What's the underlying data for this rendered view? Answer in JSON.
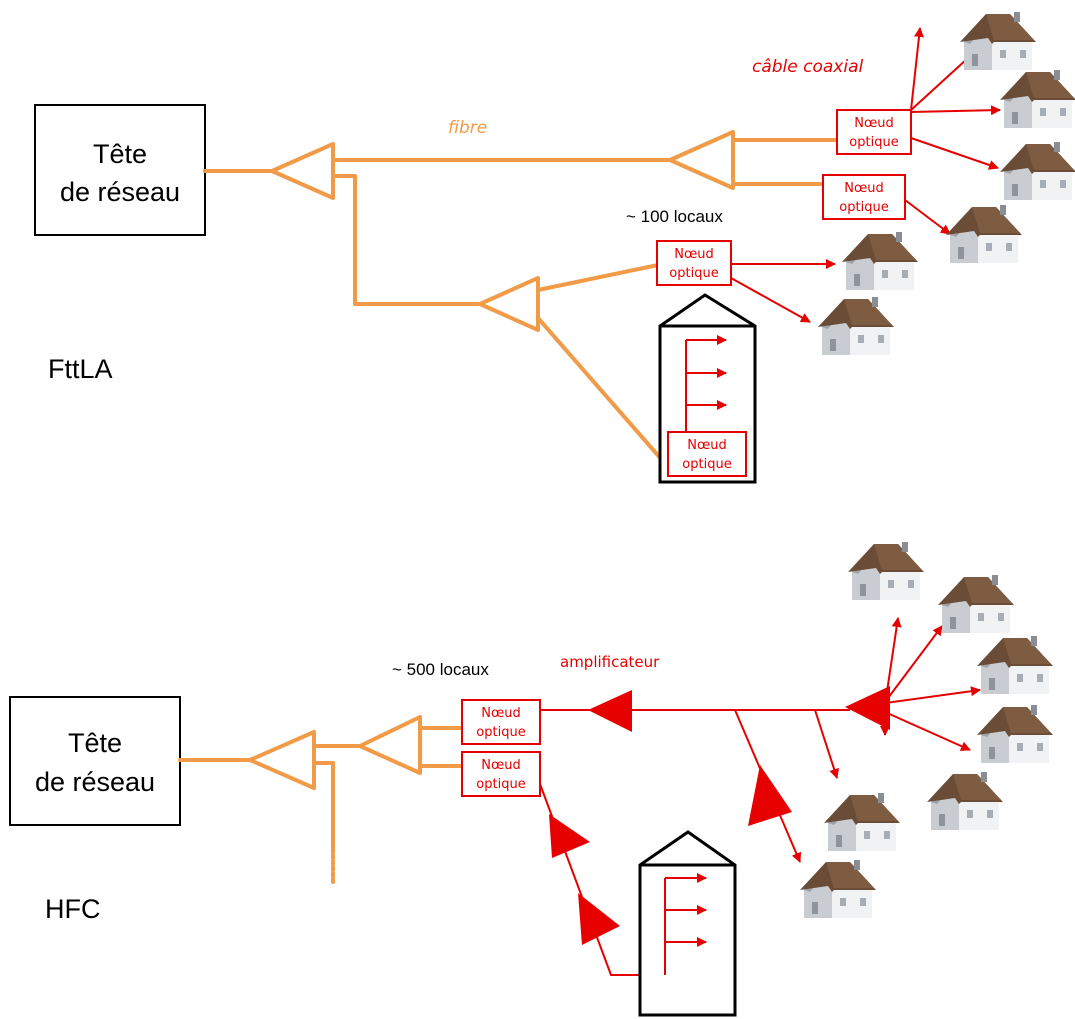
{
  "colors": {
    "fibre": "#F19A47",
    "coax": "#E60000",
    "outline": "#000000"
  },
  "icons": [
    "house-icon",
    "building-icon",
    "splitter-icon",
    "amplifier-icon"
  ],
  "top": {
    "section_label": "FttLA",
    "headend": {
      "line1": "Tête",
      "line2": "de réseau"
    },
    "fibre_label": "fibre",
    "coax_label": "câble coaxial",
    "count_label": "~ 100 locaux",
    "nodes": [
      {
        "line1": "Nœud",
        "line2": "optique"
      },
      {
        "line1": "Nœud",
        "line2": "optique"
      },
      {
        "line1": "Nœud",
        "line2": "optique"
      },
      {
        "line1": "Nœud",
        "line2": "optique"
      }
    ]
  },
  "bottom": {
    "section_label": "HFC",
    "headend": {
      "line1": "Tête",
      "line2": "de réseau"
    },
    "count_label": "~ 500 locaux",
    "amplifier_label": "amplificateur",
    "nodes": [
      {
        "line1": "Nœud",
        "line2": "optique"
      },
      {
        "line1": "Nœud",
        "line2": "optique"
      }
    ]
  }
}
